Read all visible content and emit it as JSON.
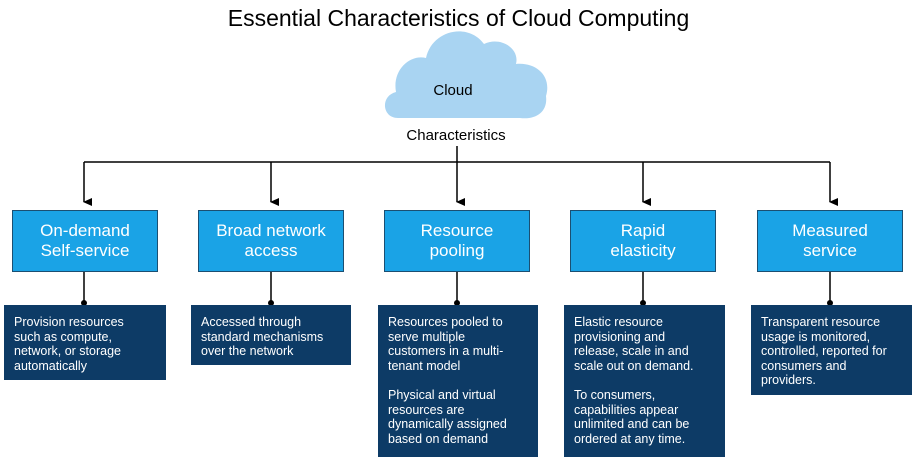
{
  "title": "Essential Characteristics of Cloud Computing",
  "cloud": {
    "label": "Cloud",
    "color": "#a9d4f2"
  },
  "root_label": "Characteristics",
  "colors": {
    "category_fill": "#1aa3e6",
    "description_fill": "#0d3b66",
    "connector": "#000000"
  },
  "characteristics": [
    {
      "name": "On-demand\nSelf-service",
      "description": "Provision resources\nsuch as compute,\nnetwork, or storage\nautomatically"
    },
    {
      "name": "Broad network\naccess",
      "description": "Accessed through\nstandard mechanisms\nover the network"
    },
    {
      "name": "Resource\npooling",
      "description": "Resources pooled to\nserve multiple\ncustomers in a multi-\ntenant model\n\nPhysical and virtual\nresources are\ndynamically assigned\nbased on demand"
    },
    {
      "name": "Rapid\nelasticity",
      "description": "Elastic resource\nprovisioning and\nrelease, scale in and\nscale out on demand.\n\nTo consumers,\ncapabilities appear\nunlimited and can be\nordered at any time."
    },
    {
      "name": "Measured\nservice",
      "description": "Transparent resource\nusage is monitored,\ncontrolled, reported for\nconsumers and\nproviders."
    }
  ]
}
